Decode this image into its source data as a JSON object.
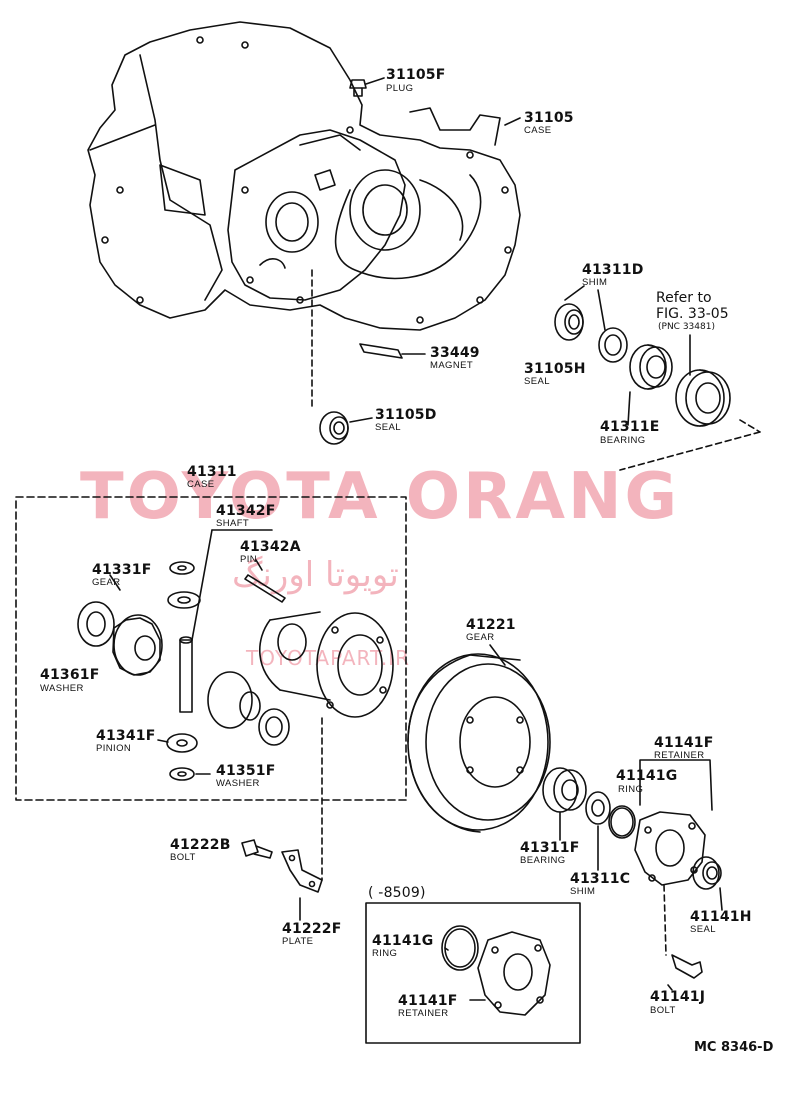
{
  "watermark": {
    "brand": "TOYOTA ORANG",
    "brand_fa": "تویوتا اورنگ",
    "site": "TOYOTAPART.IR"
  },
  "parts": {
    "p31105f": {
      "num": "31105F",
      "desc": "PLUG"
    },
    "p31105": {
      "num": "31105",
      "desc": "CASE"
    },
    "p41311d": {
      "num": "41311D",
      "desc": "SHIM"
    },
    "ref": {
      "line1": "Refer to",
      "line2": "FIG. 33-05",
      "line3": "(PNC 33481)"
    },
    "p31105h": {
      "num": "31105H",
      "desc": "SEAL"
    },
    "p41311e": {
      "num": "41311E",
      "desc": "BEARING"
    },
    "p33449": {
      "num": "33449",
      "desc": "MAGNET"
    },
    "p31105d": {
      "num": "31105D",
      "desc": "SEAL"
    },
    "p41311": {
      "num": "41311",
      "desc": "CASE"
    },
    "p41342f": {
      "num": "41342F",
      "desc": "SHAFT"
    },
    "p41342a": {
      "num": "41342A",
      "desc": "PIN"
    },
    "p41331f": {
      "num": "41331F",
      "desc": "GEAR"
    },
    "p41361f": {
      "num": "41361F",
      "desc": "WASHER"
    },
    "p41341f": {
      "num": "41341F",
      "desc": "PINION"
    },
    "p41351f": {
      "num": "41351F",
      "desc": "WASHER"
    },
    "p41221": {
      "num": "41221",
      "desc": "GEAR"
    },
    "p41141f": {
      "num": "41141F",
      "desc": "RETAINER"
    },
    "p41141g": {
      "num": "41141G",
      "desc": "RING"
    },
    "p41311f": {
      "num": "41311F",
      "desc": "BEARING"
    },
    "p41311c": {
      "num": "41311C",
      "desc": "SHIM"
    },
    "p41141h": {
      "num": "41141H",
      "desc": "SEAL"
    },
    "p41141j": {
      "num": "41141J",
      "desc": "BOLT"
    },
    "p41222b": {
      "num": "41222B",
      "desc": "BOLT"
    },
    "p41222f": {
      "num": "41222F",
      "desc": "PLATE"
    },
    "inset_title": "(      -8509)",
    "inset_41141g": {
      "num": "41141G",
      "desc": "RING"
    },
    "inset_41141f": {
      "num": "41141F",
      "desc": "RETAINER"
    }
  },
  "drawing_code": "MC 8346-D"
}
